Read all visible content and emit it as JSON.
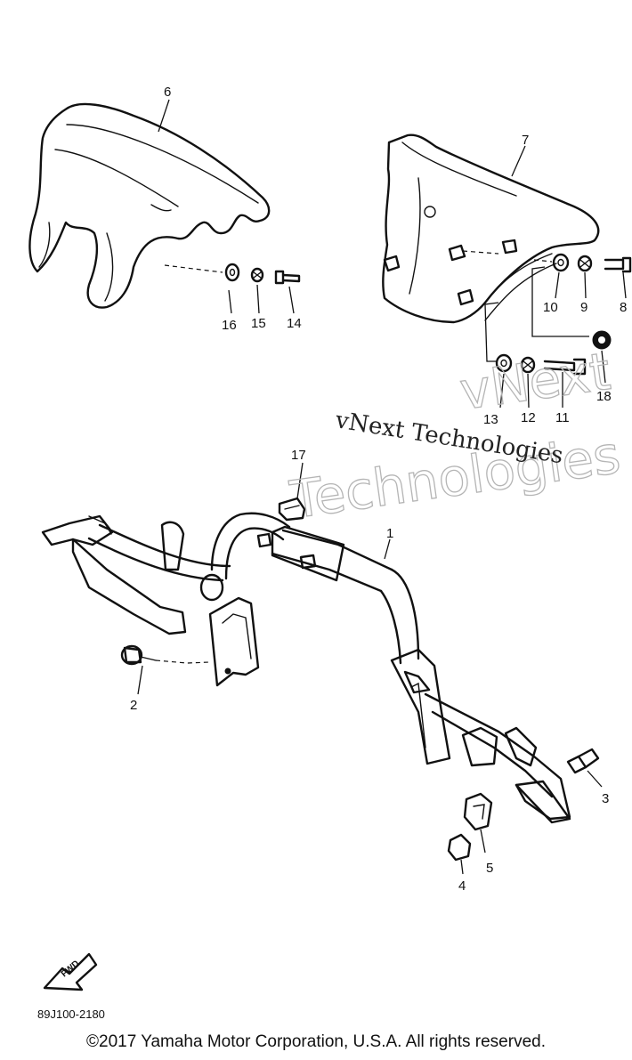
{
  "callouts": [
    "1",
    "2",
    "3",
    "4",
    "5",
    "6",
    "7",
    "8",
    "9",
    "10",
    "11",
    "12",
    "13",
    "14",
    "15",
    "16",
    "17",
    "18"
  ],
  "watermark": {
    "outline_line1": "vNext",
    "outline_line2": "Technologies",
    "serif_text": "vNext Technologies"
  },
  "part_code": "89J100-2180",
  "fwd_label": "FWD",
  "copyright": "©2017 Yamaha Motor Corporation, U.S.A. All rights reserved."
}
